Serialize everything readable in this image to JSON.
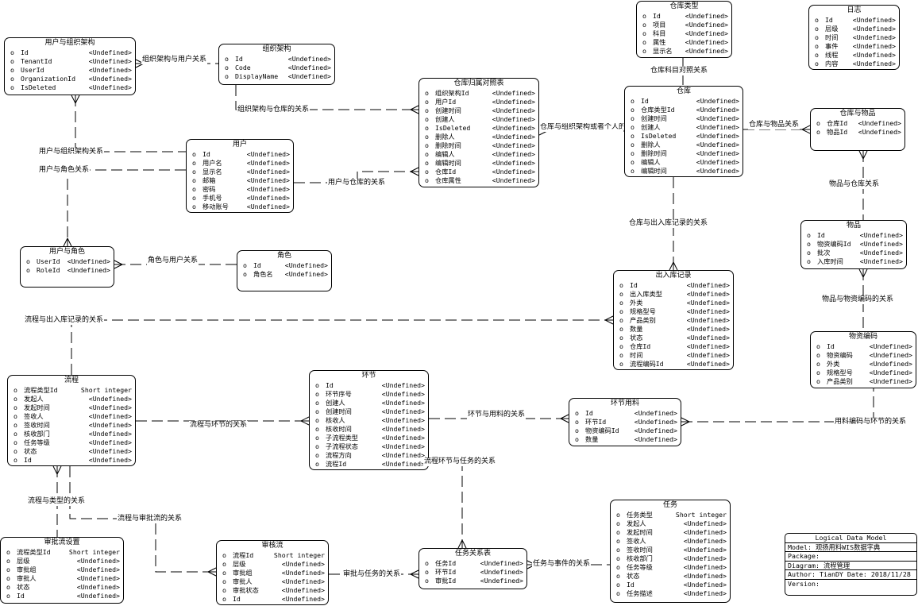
{
  "entities": {
    "user_org": {
      "title": "用户与组织架构",
      "attrs": [
        {
          "name": "Id",
          "type": "<Undefined>"
        },
        {
          "name": "TenantId",
          "type": "<Undefined>"
        },
        {
          "name": "UserId",
          "type": "<Undefined>"
        },
        {
          "name": "OrganizationId",
          "type": "<Undefined>"
        },
        {
          "name": "IsDeleted",
          "type": "<Undefined>"
        }
      ]
    },
    "org": {
      "title": "组织架构",
      "attrs": [
        {
          "name": "Id",
          "type": "<Undefined>"
        },
        {
          "name": "Code",
          "type": "<Undefined>"
        },
        {
          "name": "DisplayName",
          "type": "<Undefined>"
        }
      ]
    },
    "user": {
      "title": "用户",
      "attrs": [
        {
          "name": "Id",
          "type": "<Undefined>"
        },
        {
          "name": "用户名",
          "type": "<Undefined>"
        },
        {
          "name": "显示名",
          "type": "<Undefined>"
        },
        {
          "name": "邮箱",
          "type": "<Undefined>"
        },
        {
          "name": "密码",
          "type": "<Undefined>"
        },
        {
          "name": "手机号",
          "type": "<Undefined>"
        },
        {
          "name": "移动账号",
          "type": "<Undefined>"
        }
      ]
    },
    "user_role": {
      "title": "用户与角色",
      "attrs": [
        {
          "name": "UserId",
          "type": "<Undefined>"
        },
        {
          "name": "RoleId",
          "type": "<Undefined>"
        }
      ]
    },
    "role": {
      "title": "角色",
      "attrs": [
        {
          "name": "Id",
          "type": "<Undefined>"
        },
        {
          "name": "角色名",
          "type": "<Undefined>"
        }
      ]
    },
    "wh_owner": {
      "title": "仓库归属对照表",
      "attrs": [
        {
          "name": "组织架构Id",
          "type": "<Undefined>"
        },
        {
          "name": "用户Id",
          "type": "<Undefined>"
        },
        {
          "name": "创建时间",
          "type": "<Undefined>"
        },
        {
          "name": "创建人",
          "type": "<Undefined>"
        },
        {
          "name": "IsDeleted",
          "type": "<Undefined>"
        },
        {
          "name": "删除人",
          "type": "<Undefined>"
        },
        {
          "name": "删除时间",
          "type": "<Undefined>"
        },
        {
          "name": "编辑人",
          "type": "<Undefined>"
        },
        {
          "name": "编辑时间",
          "type": "<Undefined>"
        },
        {
          "name": "仓库Id",
          "type": "<Undefined>"
        },
        {
          "name": "仓库属性",
          "type": "<Undefined>"
        }
      ]
    },
    "wh_type": {
      "title": "仓库类型",
      "attrs": [
        {
          "name": "Id",
          "type": "<Undefined>"
        },
        {
          "name": "项目",
          "type": "<Undefined>"
        },
        {
          "name": "科目",
          "type": "<Undefined>"
        },
        {
          "name": "属性",
          "type": "<Undefined>"
        },
        {
          "name": "显示名",
          "type": "<Undefined>"
        }
      ]
    },
    "log": {
      "title": "日志",
      "attrs": [
        {
          "name": "Id",
          "type": "<Undefined>"
        },
        {
          "name": "层级",
          "type": "<Undefined>"
        },
        {
          "name": "时间",
          "type": "<Undefined>"
        },
        {
          "name": "事件",
          "type": "<Undefined>"
        },
        {
          "name": "线程",
          "type": "<Undefined>"
        },
        {
          "name": "内容",
          "type": "<Undefined>"
        }
      ]
    },
    "warehouse": {
      "title": "仓库",
      "attrs": [
        {
          "name": "Id",
          "type": "<Undefined>"
        },
        {
          "name": "仓库类型Id",
          "type": "<Undefined>"
        },
        {
          "name": "创建时间",
          "type": "<Undefined>"
        },
        {
          "name": "创建人",
          "type": "<Undefined>"
        },
        {
          "name": "IsDeleted",
          "type": "<Undefined>"
        },
        {
          "name": "删除人",
          "type": "<Undefined>"
        },
        {
          "name": "删除时间",
          "type": "<Undefined>"
        },
        {
          "name": "编辑人",
          "type": "<Undefined>"
        },
        {
          "name": "编辑时间",
          "type": "<Undefined>"
        }
      ]
    },
    "wh_goods": {
      "title": "仓库与物品",
      "attrs": [
        {
          "name": "仓库Id",
          "type": "<Undefined>"
        },
        {
          "name": "物品Id",
          "type": "<Undefined>"
        }
      ]
    },
    "goods": {
      "title": "物品",
      "attrs": [
        {
          "name": "Id",
          "type": "<Undefined>"
        },
        {
          "name": "物资编码Id",
          "type": "<Undefined>"
        },
        {
          "name": "批次",
          "type": "<Undefined>"
        },
        {
          "name": "入库时间",
          "type": "<Undefined>"
        }
      ]
    },
    "inout": {
      "title": "出入库记录",
      "attrs": [
        {
          "name": "Id",
          "type": "<Undefined>"
        },
        {
          "name": "出入库类型",
          "type": "<Undefined>"
        },
        {
          "name": "外类",
          "type": "<Undefined>"
        },
        {
          "name": "规格型号",
          "type": "<Undefined>"
        },
        {
          "name": "产品类别",
          "type": "<Undefined>"
        },
        {
          "name": "数量",
          "type": "<Undefined>"
        },
        {
          "name": "状态",
          "type": "<Undefined>"
        },
        {
          "name": "仓库Id",
          "type": "<Undefined>"
        },
        {
          "name": "时间",
          "type": "<Undefined>"
        },
        {
          "name": "流程编码Id",
          "type": "<Undefined>"
        }
      ]
    },
    "material_code": {
      "title": "物资编码",
      "attrs": [
        {
          "name": "Id",
          "type": "<Undefined>"
        },
        {
          "name": "物资编码",
          "type": "<Undefined>"
        },
        {
          "name": "外类",
          "type": "<Undefined>"
        },
        {
          "name": "规格型号",
          "type": "<Undefined>"
        },
        {
          "name": "产品类别",
          "type": "<Undefined>"
        }
      ]
    },
    "flow": {
      "title": "流程",
      "attrs": [
        {
          "name": "流程类型Id",
          "type": "Short integer"
        },
        {
          "name": "发起人",
          "type": "<Undefined>"
        },
        {
          "name": "发起时间",
          "type": "<Undefined>"
        },
        {
          "name": "签收人",
          "type": "<Undefined>"
        },
        {
          "name": "签收时间",
          "type": "<Undefined>"
        },
        {
          "name": "核收部门",
          "type": "<Undefined>"
        },
        {
          "name": "任务等级",
          "type": "<Undefined>"
        },
        {
          "name": "状态",
          "type": "<Undefined>"
        },
        {
          "name": "Id",
          "type": "<Undefined>"
        }
      ]
    },
    "node": {
      "title": "环节",
      "attrs": [
        {
          "name": "Id",
          "type": "<Undefined>"
        },
        {
          "name": "环节序号",
          "type": "<Undefined>"
        },
        {
          "name": "创建人",
          "type": "<Undefined>"
        },
        {
          "name": "创建时间",
          "type": "<Undefined>"
        },
        {
          "name": "核收人",
          "type": "<Undefined>"
        },
        {
          "name": "核收时间",
          "type": "<Undefined>"
        },
        {
          "name": "子流程类型",
          "type": "<Undefined>"
        },
        {
          "name": "子流程状态",
          "type": "<Undefined>"
        },
        {
          "name": "流程方向",
          "type": "<Undefined>"
        },
        {
          "name": "流程Id",
          "type": "<Undefined>"
        }
      ]
    },
    "node_material": {
      "title": "环节用料",
      "attrs": [
        {
          "name": "Id",
          "type": "<Undefined>"
        },
        {
          "name": "环节Id",
          "type": "<Undefined>"
        },
        {
          "name": "物资编码Id",
          "type": "<Undefined>"
        },
        {
          "name": "数量",
          "type": "<Undefined>"
        }
      ]
    },
    "approval_setting": {
      "title": "审批流设置",
      "attrs": [
        {
          "name": "流程类型Id",
          "type": "Short integer"
        },
        {
          "name": "层级",
          "type": "<Undefined>"
        },
        {
          "name": "审批组",
          "type": "<Undefined>"
        },
        {
          "name": "审批人",
          "type": "<Undefined>"
        },
        {
          "name": "状态",
          "type": "<Undefined>"
        },
        {
          "name": "Id",
          "type": "<Undefined>"
        }
      ]
    },
    "approval": {
      "title": "审核流",
      "attrs": [
        {
          "name": "流程Id",
          "type": "Short integer"
        },
        {
          "name": "层级",
          "type": "<Undefined>"
        },
        {
          "name": "审批组",
          "type": "<Undefined>"
        },
        {
          "name": "审批人",
          "type": "<Undefined>"
        },
        {
          "name": "审批状态",
          "type": "<Undefined>"
        },
        {
          "name": "Id",
          "type": "<Undefined>"
        }
      ]
    },
    "task_rel": {
      "title": "任务关系表",
      "attrs": [
        {
          "name": "任务Id",
          "type": "<Undefined>"
        },
        {
          "name": "环节Id",
          "type": "<Undefined>"
        },
        {
          "name": "审批Id",
          "type": "<Undefined>"
        }
      ]
    },
    "task": {
      "title": "任务",
      "attrs": [
        {
          "name": "任务类型",
          "type": "Short integer"
        },
        {
          "name": "发起人",
          "type": "<Undefined>"
        },
        {
          "name": "发起时间",
          "type": "<Undefined>"
        },
        {
          "name": "签收人",
          "type": "<Undefined>"
        },
        {
          "name": "签收时间",
          "type": "<Undefined>"
        },
        {
          "name": "核收部门",
          "type": "<Undefined>"
        },
        {
          "name": "任务等级",
          "type": "<Undefined>"
        },
        {
          "name": "状态",
          "type": "<Undefined>"
        },
        {
          "name": "Id",
          "type": "<Undefined>"
        },
        {
          "name": "任务描述",
          "type": "<Undefined>"
        }
      ]
    }
  },
  "relationships": {
    "org_user": "组织架构与用户关系",
    "org_wh": "组织架构与仓库的关系",
    "user_org": "用户与组织架构关系",
    "user_role": "用户与角色关系",
    "role_user": "角色与用户关系",
    "user_wh": "用户与仓库的关系",
    "wh_org_person": "仓库与组织架构或者个人的关系",
    "wh_type": "仓库科目对照关系",
    "wh_goods": "仓库与物品关系",
    "goods_wh": "物品与仓库关系",
    "wh_inout": "仓库与出入库记录的关系",
    "goods_code": "物品与物资编码的关系",
    "flow_inout": "流程与出入库记录的关系",
    "flow_node": "流程与环节的关系",
    "node_material": "环节与用料的关系",
    "code_node": "用料编码与环节的关系",
    "node_task": "流程环节与任务的关系",
    "flow_type": "流程与类型的关系",
    "flow_approval": "流程与审批流的关系",
    "approval_task": "审批与任务的关系",
    "task_event": "任务与事件的关系"
  },
  "attribute_marker": "o",
  "legend": {
    "title": "Logical Data Model",
    "model": "Model: 观扬用料WIS数据字典",
    "package": "Package:",
    "diagram": "Diagram: 流程管理",
    "author": "Author: TianDY  Date: 2018/11/28",
    "version": "Version:"
  }
}
